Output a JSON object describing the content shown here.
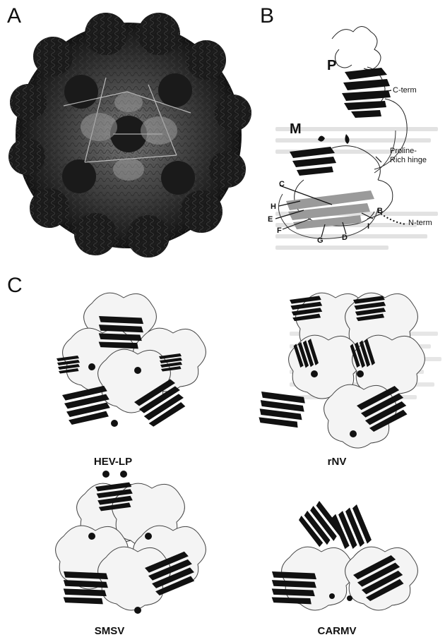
{
  "panels": {
    "a": {
      "label": "A"
    },
    "b": {
      "label": "B",
      "domain_p": "P",
      "domain_m": "M",
      "c_term": "C-term",
      "proline_hinge": "Proline-\nRich hinge",
      "n_term": "N-term",
      "strands": [
        "C",
        "H",
        "E",
        "F",
        "G",
        "D",
        "I",
        "B"
      ]
    },
    "c": {
      "label": "C",
      "structures": [
        "HEV-LP",
        "rNV",
        "SMSV",
        "CARMV"
      ]
    }
  }
}
